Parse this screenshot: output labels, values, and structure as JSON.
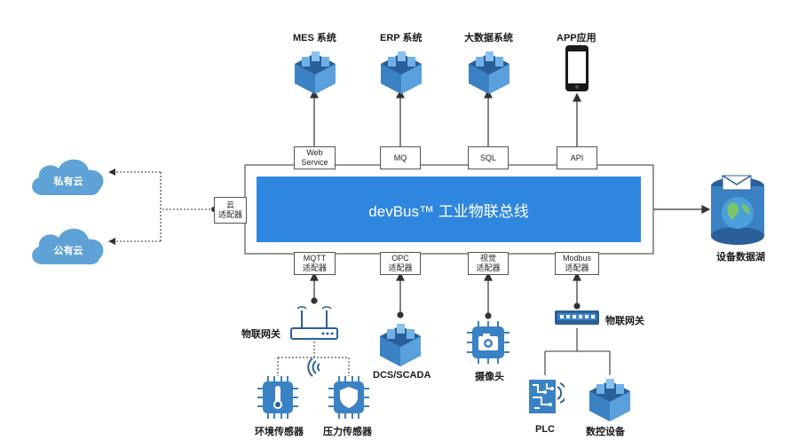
{
  "bus": {
    "title": "devBus™ 工业物联总线"
  },
  "top_systems": [
    {
      "label": "MES 系统",
      "icon": "cube-stack-icon"
    },
    {
      "label": "ERP 系统",
      "icon": "cube-stack-icon"
    },
    {
      "label": "大数据系统",
      "icon": "cube-stack-icon"
    },
    {
      "label": "APP应用",
      "icon": "smartphone-icon"
    }
  ],
  "top_interfaces": [
    {
      "line1": "Web",
      "line2": "Service"
    },
    {
      "line1": "MQ",
      "line2": ""
    },
    {
      "line1": "SQL",
      "line2": ""
    },
    {
      "line1": "API",
      "line2": ""
    }
  ],
  "bottom_adapters": [
    {
      "line1": "MQTT",
      "line2": "适配器"
    },
    {
      "line1": "OPC",
      "line2": "适配器"
    },
    {
      "line1": "视觉",
      "line2": "适配器"
    },
    {
      "line1": "Modbus",
      "line2": "适配器"
    }
  ],
  "cloud_adapter": {
    "line1": "云",
    "line2": "适配器"
  },
  "clouds": [
    {
      "label": "私有云"
    },
    {
      "label": "公有云"
    }
  ],
  "data_lake": {
    "label": "设备数据湖",
    "icon": "globe-box-icon"
  },
  "devices": {
    "iot_gateway_left": "物联网关",
    "env_sensor": "环境传感器",
    "pressure_sensor": "压力传感器",
    "dcs_scada": "DCS/SCADA",
    "camera": "摄像头",
    "iot_gateway_right": "物联网关",
    "plc": "PLC",
    "cnc": "数控设备"
  },
  "colors": {
    "bus": "#2f86de",
    "icon_blue": "#3b82c4",
    "icon_dark": "#2a5f9a",
    "cloud": "#5fa3d6"
  }
}
